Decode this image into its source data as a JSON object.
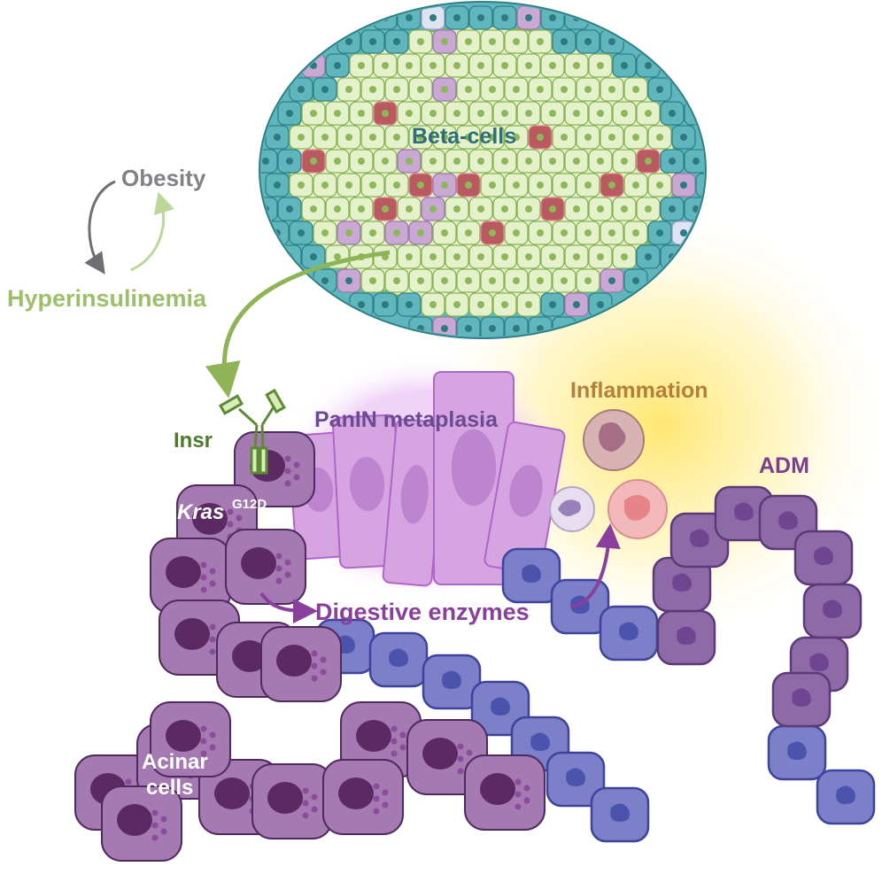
{
  "labels": {
    "beta_cells": "Beta-cells",
    "obesity": "Obesity",
    "hyperinsulinemia": "Hyperinsulinemia",
    "insr": "Insr",
    "panin": "PanIN metaplasia",
    "inflammation": "Inflammation",
    "adm": "ADM",
    "kras": "Kras",
    "kras_sup": "G12D",
    "digestive_enzymes": "Digestive enzymes",
    "acinar_line1": "Acinar",
    "acinar_line2": "cells"
  },
  "colors": {
    "islet_fill": "#e4f1cb",
    "islet_stroke": "#86b252",
    "alpha_cell": "#5fb7bd",
    "delta_cell": "#b85a60",
    "lavender_cell": "#c9a9d3",
    "pale_cell": "#dfe3f3",
    "acinar": "#a57ab3",
    "acinar_nucleus": "#5c2a63",
    "duct": "#7b80c8",
    "duct_stroke": "#3e449e",
    "adm": "#8f6aa8",
    "panin": "#d7a4e2",
    "obesity_gray": "#808285",
    "hyper_green": "#9cbf69",
    "insr_green": "#4d7a2b",
    "panin_text": "#6a4a92",
    "inflammation_text": "#b3803c",
    "adm_text": "#7b3f8f",
    "enzyme_purple": "#8b3f9c"
  }
}
